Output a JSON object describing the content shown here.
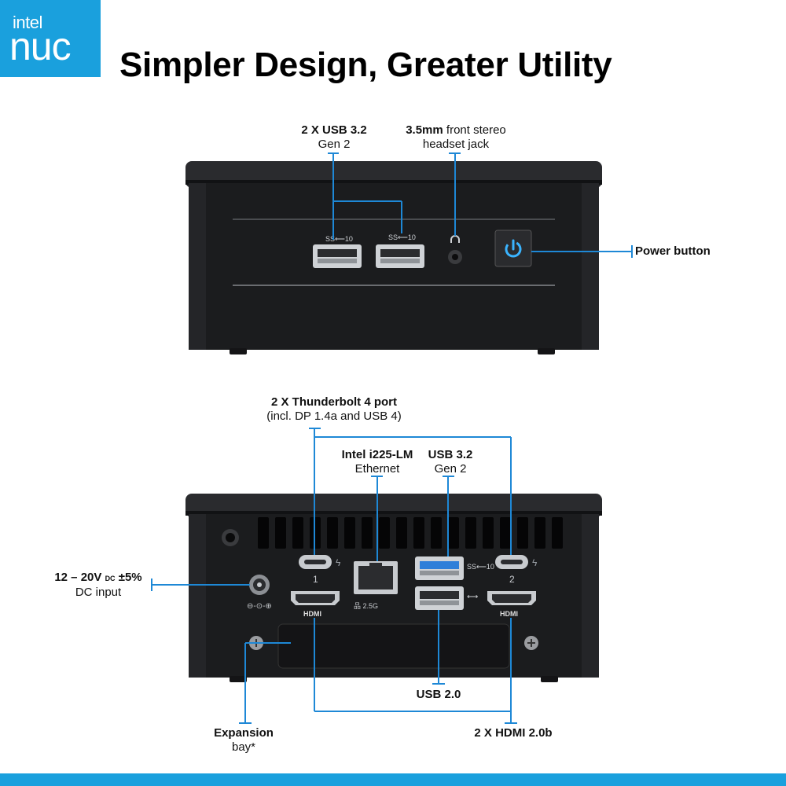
{
  "header": {
    "logo_brand": "intel",
    "logo_product": "nuc",
    "title": "Simpler Design, Greater Utility"
  },
  "front_labels": {
    "usb_line1": "2 X USB 3.2",
    "usb_line2": "Gen 2",
    "jack_bold": "3.5mm",
    "jack_rest": " front stereo",
    "jack_line2": "headset jack",
    "power": "Power button"
  },
  "rear_labels": {
    "tb_line1": "2 X Thunderbolt 4 port",
    "tb_line2": "(incl. DP 1.4a and USB 4)",
    "eth_line1": "Intel i225-LM",
    "eth_line2": "Ethernet",
    "usb32_line1": "USB 3.2",
    "usb32_line2": "Gen 2",
    "dc_main": "12 – 20V",
    "dc_sub": "DC",
    "dc_tol": " ±5%",
    "dc_line2": "DC input",
    "usb20": "USB 2.0",
    "bay_line1": "Expansion",
    "bay_line2": "bay*",
    "hdmi": "2 X HDMI 2.0b"
  },
  "port_marks": {
    "tb1": "1",
    "tb2": "2",
    "hdmi": "HDMI",
    "eth_speed": "2.5G",
    "ss10": "SS⟵10"
  },
  "colors": {
    "accent": "#1aa0dd",
    "callout_line": "#1e88d6",
    "device_body": "#1b1c1e",
    "usb3_blue": "#2f7fd9",
    "power_glow": "#3ab4ff"
  }
}
